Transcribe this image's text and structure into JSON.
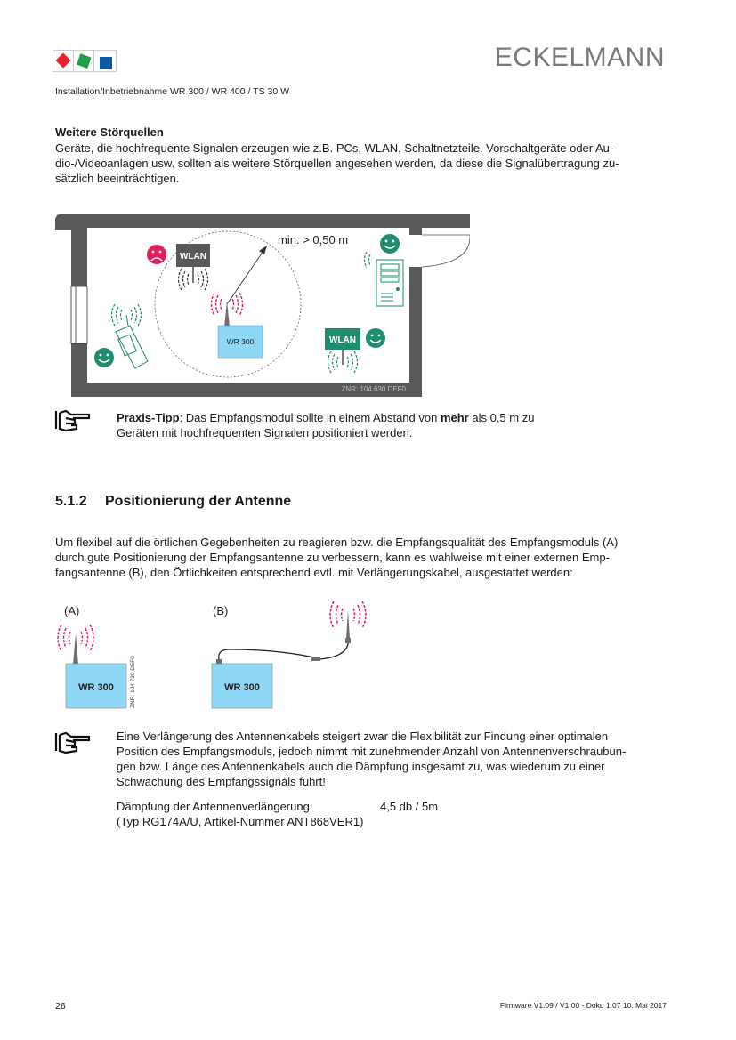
{
  "header": {
    "brand": "ECKELMANN",
    "subtitle": "Installation/Inbetriebnahme WR 300 / WR 400 / TS 30 W",
    "logo_colors": [
      "#e8222d",
      "#1ea04b",
      "#0c5aa6"
    ]
  },
  "section_stoerquellen": {
    "heading": "Weitere Störquellen",
    "paragraph_lines": [
      "Geräte, die hochfrequente Signalen erzeugen wie z.B. PCs, WLAN, Schaltnetzteile, Vorschaltgeräte oder Au-",
      "dio-/Videoanlagen usw. sollten als weitere Störquellen angesehen werden, da diese die Signalübertragung zu-",
      "sätzlich beeinträchtigen."
    ]
  },
  "diagram_room": {
    "distance_label": "min. > 0,50 m",
    "device_label": "WR 300",
    "wlan_bad_label": "WLAN",
    "wlan_good_label": "WLAN",
    "drawing_number": "ZNR: 104 630 DEF0",
    "colors": {
      "wall": "#58595b",
      "good": "#1e8c6e",
      "bad": "#e01f5a",
      "device": "#8fd8f5",
      "wlan_bad_box": "#58595b"
    }
  },
  "tip1": {
    "icon": "pointing-hand-icon",
    "label": "Praxis-Tipp",
    "text_before": ": Das Empfangsmodul sollte in einem Abstand von ",
    "emphasis": "mehr",
    "text_after": " als 0,5 m zu",
    "line2": "Geräten mit hochfrequenten Signalen positioniert werden."
  },
  "section_antenne": {
    "number": "5.1.2",
    "title": "Positionierung der Antenne",
    "paragraph_lines": [
      "Um flexibel auf die örtlichen Gegebenheiten zu reagieren bzw. die Empfangsqualität des Empfangsmoduls (A)",
      "durch gute Positionierung der Empfangsantenne zu verbessern, kann es wahlweise mit einer externen Emp-",
      "fangsantenne (B), den Örtlichkeiten entsprechend evtl. mit Verlängerungskabel, ausgestattet werden:"
    ]
  },
  "diagram_antenna": {
    "label_a": "(A)",
    "label_b": "(B)",
    "device_a": "WR 300",
    "device_b": "WR 300",
    "drawing_number": "ZNR: 104 730 DEF0"
  },
  "tip2": {
    "icon": "pointing-hand-icon",
    "lines": [
      "Eine Verlängerung des Antennenkabels steigert zwar die Flexibilität zur Findung einer optimalen",
      "Position des Empfangsmoduls, jedoch nimmt mit zunehmender Anzahl von Antennenverschraubun-",
      "gen bzw. Länge des Antennenkabels auch die Dämpfung insgesamt zu, was wiederum zu einer",
      "Schwächung des Empfangssignals führt!"
    ],
    "damping_label": "Dämpfung der Antennenverlängerung:",
    "damping_value": "4,5 db / 5m",
    "damping_note": "(Typ RG174A/U, Artikel-Nummer ANT868VER1)"
  },
  "footer": {
    "page_number": "26",
    "info": "Firmware V1.09 / V1.00 - Doku 1.07   10. Mai 2017"
  }
}
